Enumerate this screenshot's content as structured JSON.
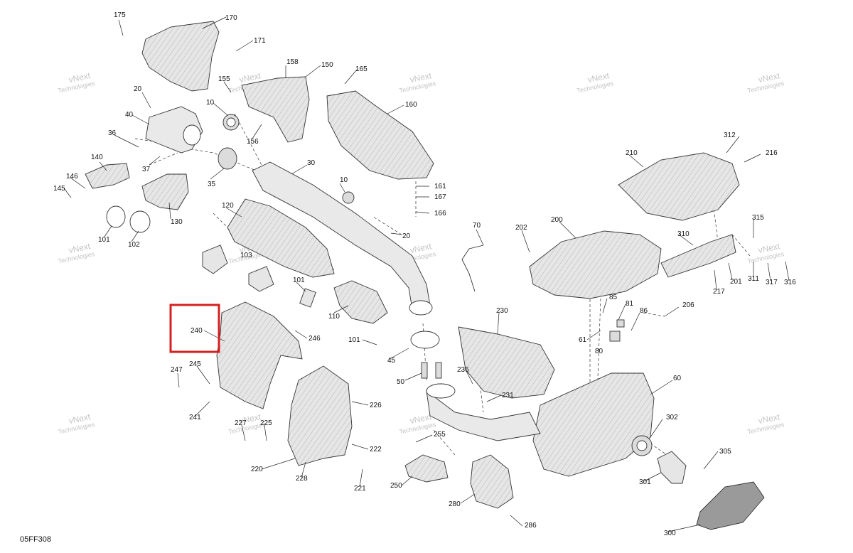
{
  "colors": {
    "highlight": "#d42020",
    "part_fill": "#e4e4e4",
    "line": "#333333",
    "watermark": "#c4c4c4"
  },
  "watermark": {
    "line1": "vNext",
    "line2": "Technologies"
  },
  "diagram_code": "05FF308",
  "highlighted_part": "240",
  "parts": [
    {
      "id": "175",
      "label": "175"
    },
    {
      "id": "170",
      "label": "170"
    },
    {
      "id": "171",
      "label": "171"
    },
    {
      "id": "158",
      "label": "158"
    },
    {
      "id": "150",
      "label": "150"
    },
    {
      "id": "165",
      "label": "165"
    },
    {
      "id": "155",
      "label": "155"
    },
    {
      "id": "160",
      "label": "160"
    },
    {
      "id": "20a",
      "label": "20"
    },
    {
      "id": "10a",
      "label": "10"
    },
    {
      "id": "156",
      "label": "156"
    },
    {
      "id": "40",
      "label": "40"
    },
    {
      "id": "36",
      "label": "36"
    },
    {
      "id": "37",
      "label": "37"
    },
    {
      "id": "140",
      "label": "140"
    },
    {
      "id": "146",
      "label": "146"
    },
    {
      "id": "145",
      "label": "145"
    },
    {
      "id": "35",
      "label": "35"
    },
    {
      "id": "30",
      "label": "30"
    },
    {
      "id": "10b",
      "label": "10"
    },
    {
      "id": "161",
      "label": "161"
    },
    {
      "id": "167",
      "label": "167"
    },
    {
      "id": "166",
      "label": "166"
    },
    {
      "id": "130",
      "label": "130"
    },
    {
      "id": "101a",
      "label": "101"
    },
    {
      "id": "102",
      "label": "102"
    },
    {
      "id": "120",
      "label": "120"
    },
    {
      "id": "103",
      "label": "103"
    },
    {
      "id": "20b",
      "label": "20"
    },
    {
      "id": "70",
      "label": "70"
    },
    {
      "id": "210",
      "label": "210"
    },
    {
      "id": "312",
      "label": "312"
    },
    {
      "id": "216",
      "label": "216"
    },
    {
      "id": "200",
      "label": "200"
    },
    {
      "id": "202",
      "label": "202"
    },
    {
      "id": "315",
      "label": "315"
    },
    {
      "id": "310",
      "label": "310"
    },
    {
      "id": "101b",
      "label": "101"
    },
    {
      "id": "110",
      "label": "110"
    },
    {
      "id": "85",
      "label": "85"
    },
    {
      "id": "81",
      "label": "81"
    },
    {
      "id": "86",
      "label": "86"
    },
    {
      "id": "206",
      "label": "206"
    },
    {
      "id": "217",
      "label": "217"
    },
    {
      "id": "201",
      "label": "201"
    },
    {
      "id": "311",
      "label": "311"
    },
    {
      "id": "317",
      "label": "317"
    },
    {
      "id": "316",
      "label": "316"
    },
    {
      "id": "240",
      "label": "240"
    },
    {
      "id": "246",
      "label": "246"
    },
    {
      "id": "101c",
      "label": "101"
    },
    {
      "id": "230",
      "label": "230"
    },
    {
      "id": "61",
      "label": "61"
    },
    {
      "id": "80",
      "label": "80"
    },
    {
      "id": "45",
      "label": "45"
    },
    {
      "id": "247",
      "label": "247"
    },
    {
      "id": "245",
      "label": "245"
    },
    {
      "id": "236",
      "label": "236"
    },
    {
      "id": "50",
      "label": "50"
    },
    {
      "id": "231",
      "label": "231"
    },
    {
      "id": "60",
      "label": "60"
    },
    {
      "id": "226",
      "label": "226"
    },
    {
      "id": "241",
      "label": "241"
    },
    {
      "id": "227",
      "label": "227"
    },
    {
      "id": "225",
      "label": "225"
    },
    {
      "id": "302",
      "label": "302"
    },
    {
      "id": "255",
      "label": "255"
    },
    {
      "id": "222",
      "label": "222"
    },
    {
      "id": "305",
      "label": "305"
    },
    {
      "id": "220",
      "label": "220"
    },
    {
      "id": "228",
      "label": "228"
    },
    {
      "id": "250",
      "label": "250"
    },
    {
      "id": "301",
      "label": "301"
    },
    {
      "id": "221",
      "label": "221"
    },
    {
      "id": "280",
      "label": "280"
    },
    {
      "id": "286",
      "label": "286"
    },
    {
      "id": "300",
      "label": "300"
    }
  ]
}
